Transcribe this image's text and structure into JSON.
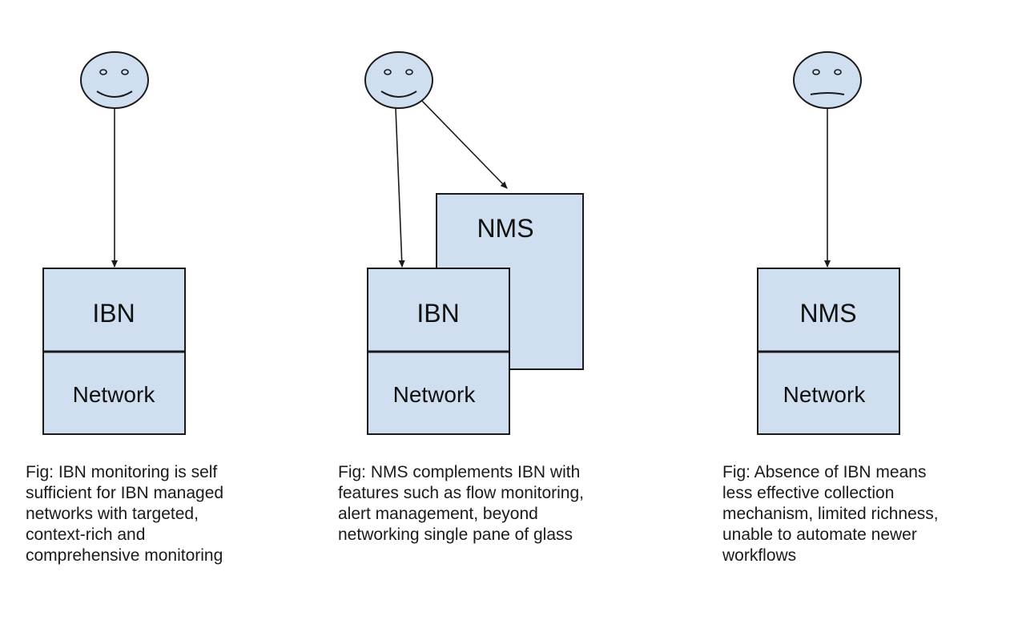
{
  "colors": {
    "box_fill": "#cfdff0",
    "stroke": "#1a1a1a"
  },
  "panels": [
    {
      "face_mood": "happy",
      "top_label": "IBN",
      "bottom_label": "Network",
      "caption_lines": [
        "Fig: IBN monitoring is self",
        "sufficient for IBN managed",
        "networks with targeted,",
        "context-rich and",
        "comprehensive monitoring"
      ]
    },
    {
      "face_mood": "happy",
      "back_label": "NMS",
      "top_label": "IBN",
      "bottom_label": "Network",
      "caption_lines": [
        "Fig: NMS complements IBN with",
        "features such as flow monitoring,",
        "alert management, beyond",
        "networking single pane of glass"
      ]
    },
    {
      "face_mood": "neutral",
      "top_label": "NMS",
      "bottom_label": "Network",
      "caption_lines": [
        "Fig: Absence of IBN means",
        "less effective collection",
        "mechanism, limited richness,",
        "unable to automate newer",
        "workflows"
      ]
    }
  ]
}
